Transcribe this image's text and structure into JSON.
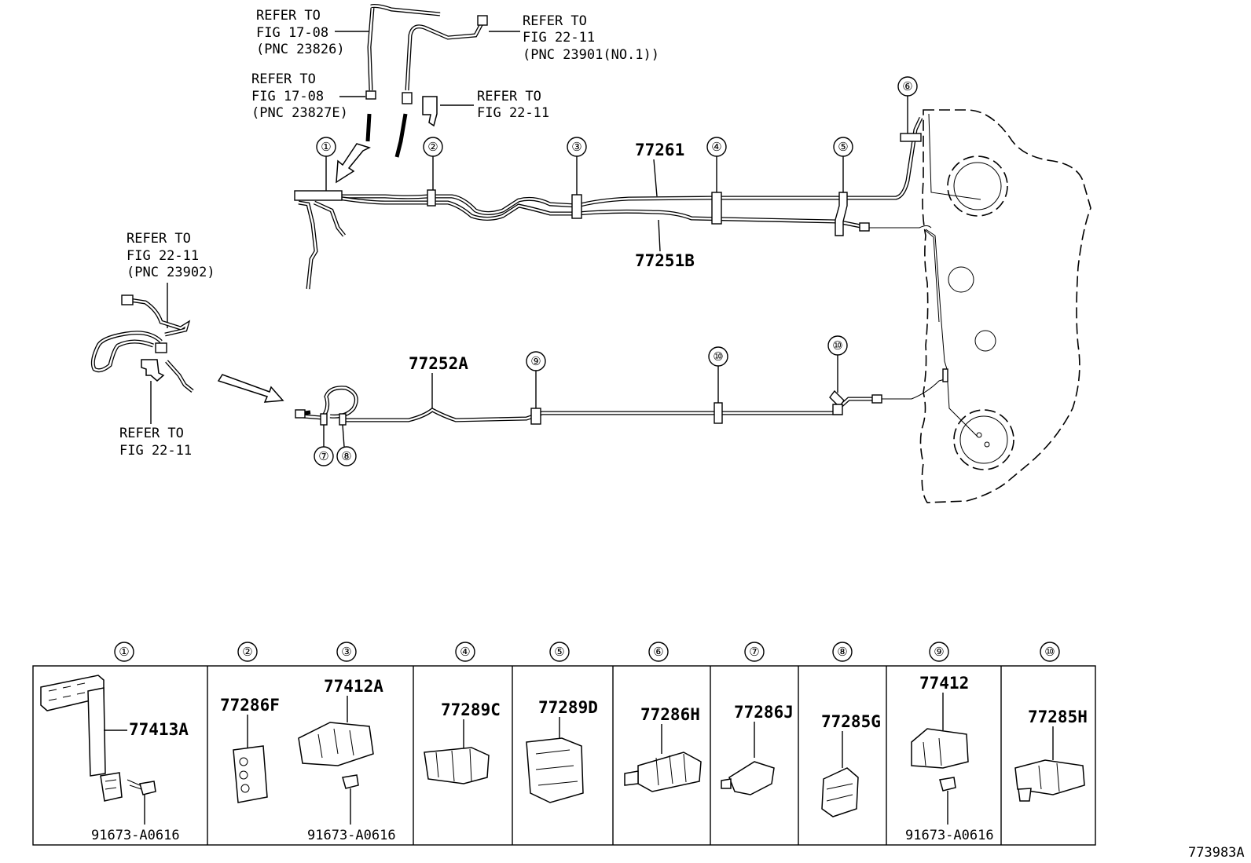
{
  "refs": [
    {
      "lines": [
        "REFER TO",
        "FIG 17-08",
        "(PNC 23826)"
      ]
    },
    {
      "lines": [
        "REFER TO",
        "FIG 22-11",
        "(PNC 23901(NO.1))"
      ]
    },
    {
      "lines": [
        "REFER TO",
        "FIG 17-08",
        "(PNC 23827E)"
      ]
    },
    {
      "lines": [
        "REFER TO",
        "FIG 22-11"
      ]
    },
    {
      "lines": [
        "REFER TO",
        "FIG 22-11",
        "(PNC 23902)"
      ]
    },
    {
      "lines": [
        "REFER TO",
        "FIG 22-11"
      ]
    }
  ],
  "pipes": {
    "upper_a": "77261",
    "upper_b": "77251B",
    "lower": "77252A"
  },
  "callouts": [
    "①",
    "②",
    "③",
    "④",
    "⑤",
    "⑥",
    "⑦",
    "⑧",
    "⑨",
    "⑩"
  ],
  "parts_table": [
    {
      "num": "①",
      "parts": [
        "77413A",
        "91673-A0616"
      ]
    },
    {
      "num": "②",
      "parts": [
        "77286F"
      ]
    },
    {
      "num": "③",
      "parts": [
        "77412A",
        "91673-A0616"
      ]
    },
    {
      "num": "④",
      "parts": [
        "77289C"
      ]
    },
    {
      "num": "⑤",
      "parts": [
        "77289D"
      ]
    },
    {
      "num": "⑥",
      "parts": [
        "77286H"
      ]
    },
    {
      "num": "⑦",
      "parts": [
        "77286J"
      ]
    },
    {
      "num": "⑧",
      "parts": [
        "77285G"
      ]
    },
    {
      "num": "⑨",
      "parts": [
        "77412",
        "91673-A0616"
      ]
    },
    {
      "num": "⑩",
      "parts": [
        "77285H"
      ]
    }
  ],
  "figure_id": "773983A"
}
